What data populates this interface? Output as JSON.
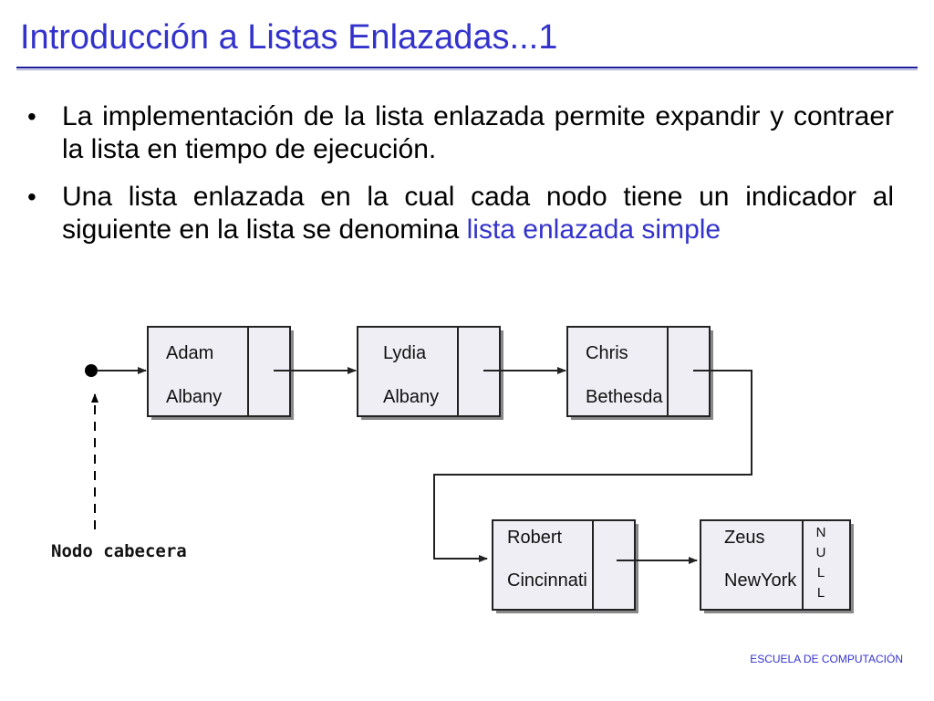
{
  "slide": {
    "title": "Introducción a Listas Enlazadas...1",
    "bullets": [
      {
        "text": "La implementación de la lista enlazada permite expandir y contraer la lista en tiempo de ejecución."
      },
      {
        "text": "Una lista enlazada en la cual cada nodo tiene un indicador al siguiente en la lista se denomina ",
        "highlight": "lista enlazada simple"
      }
    ],
    "footer": "ESCUELA DE COMPUTACIÓN",
    "accent_color": "#3333cc"
  },
  "diagram": {
    "head_label": "Nodo cabecera",
    "nodes": [
      {
        "name": "Adam",
        "city": "Albany"
      },
      {
        "name": "Lydia",
        "city": "Albany"
      },
      {
        "name": "Chris",
        "city": "Bethesda"
      },
      {
        "name": "Robert",
        "city": "Cincinnati"
      },
      {
        "name": "Zeus",
        "city": "NewYork"
      }
    ],
    "null_letters": [
      "N",
      "U",
      "L",
      "L"
    ]
  }
}
